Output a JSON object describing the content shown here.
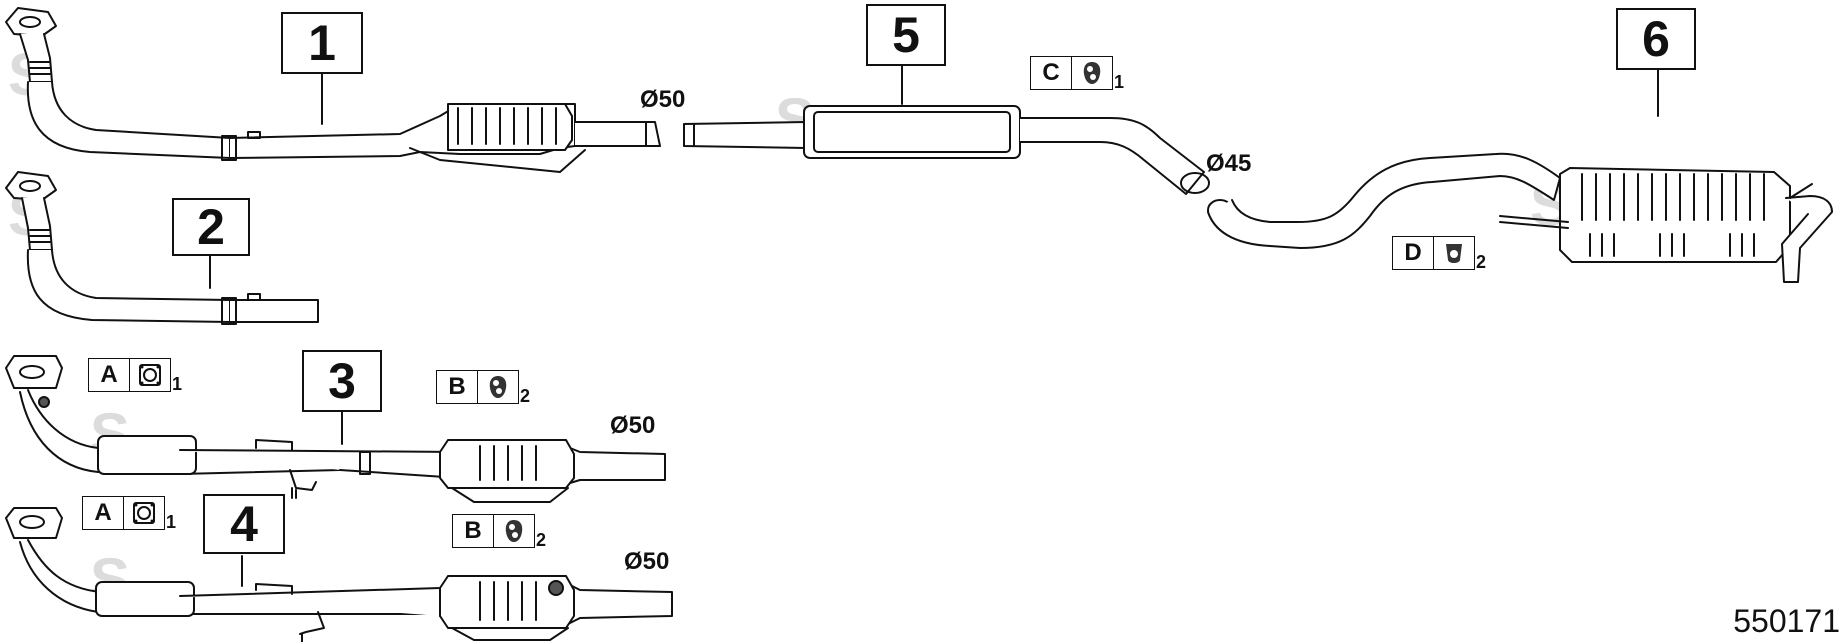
{
  "diagram_ref": "550171",
  "watermark": "S",
  "parts": [
    {
      "number": "1"
    },
    {
      "number": "2"
    },
    {
      "number": "3"
    },
    {
      "number": "4"
    },
    {
      "number": "5"
    },
    {
      "number": "6"
    }
  ],
  "diameters": [
    "Ø50",
    "Ø45",
    "Ø50",
    "Ø50"
  ],
  "kits": [
    {
      "letter": "C",
      "qty": "1",
      "icon": "rubber-hanger-icon"
    },
    {
      "letter": "D",
      "qty": "2",
      "icon": "rubber-mount-icon"
    },
    {
      "letter": "A",
      "qty": "1",
      "icon": "flange-gasket-icon"
    },
    {
      "letter": "B",
      "qty": "2",
      "icon": "rubber-hanger-icon"
    },
    {
      "letter": "A",
      "qty": "1",
      "icon": "flange-gasket-icon"
    },
    {
      "letter": "B",
      "qty": "2",
      "icon": "rubber-hanger-icon"
    }
  ]
}
